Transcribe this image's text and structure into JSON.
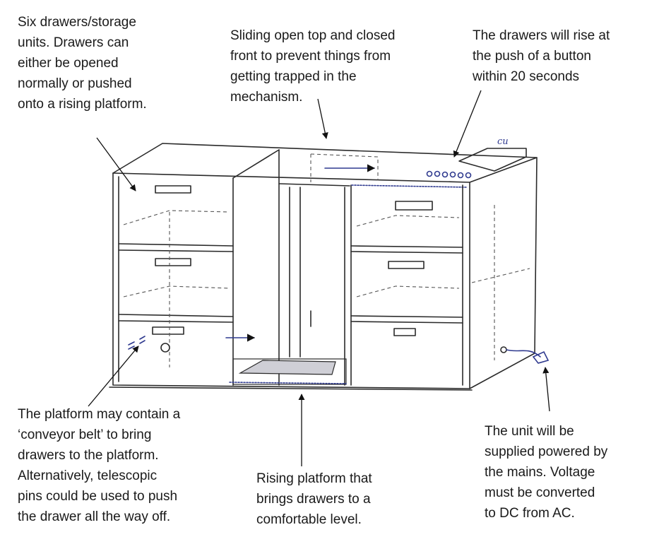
{
  "annotations": {
    "drawers": "Six drawers/storage\nunits. Drawers can\neither be opened\nnormally or pushed\nonto a rising platform.",
    "top": "Sliding open top and closed\nfront to prevent things from\ngetting trapped in the\nmechanism.",
    "button": "The drawers will rise at\nthe push of a button\nwithin 20 seconds",
    "conveyor": "The platform may contain a\n‘conveyor belt’ to bring\ndrawers to the platform.\nAlternatively, telescopic\npins could be used to push\nthe drawer all the way off.",
    "platform": "Rising platform that\nbrings drawers to a\ncomfortable level.",
    "power": "The unit will be\nsupplied powered by\nthe mains. Voltage\nmust be converted\nto DC from AC."
  },
  "sketch": {
    "handwritten_label": "cu"
  }
}
